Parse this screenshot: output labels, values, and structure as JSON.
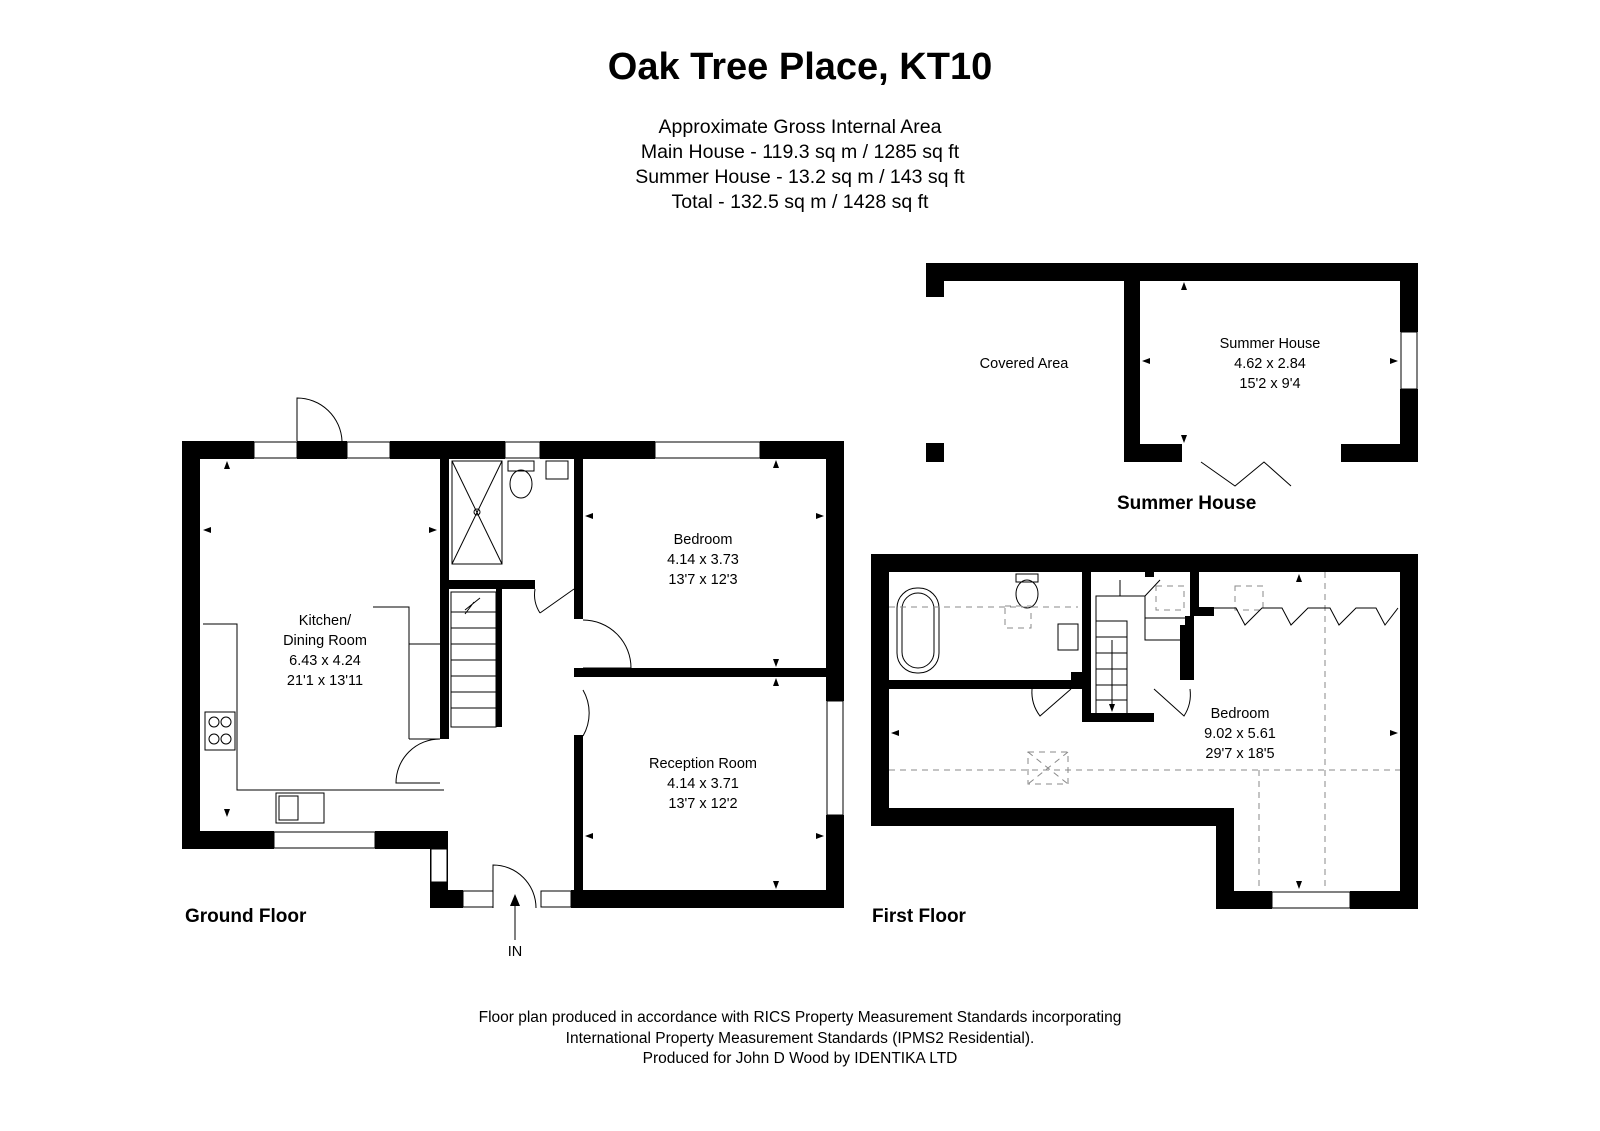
{
  "title": "Oak Tree Place, KT10",
  "area": {
    "heading": "Approximate Gross Internal Area",
    "main_house": "Main House - 119.3 sq m / 1285 sq ft",
    "summer_house": "Summer House - 13.2 sq m / 143 sq ft",
    "total": "Total - 132.5 sq m / 1428 sq ft"
  },
  "floors": {
    "ground": "Ground Floor",
    "first": "First Floor",
    "summer": "Summer House"
  },
  "rooms": {
    "kitchen": {
      "name_1": "Kitchen/",
      "name_2": "Dining Room",
      "metric": "6.43 x 4.24",
      "imperial": "21'1 x 13'11"
    },
    "bedroom_ground": {
      "name": "Bedroom",
      "metric": "4.14 x 3.73",
      "imperial": "13'7 x 12'3"
    },
    "reception": {
      "name": "Reception Room",
      "metric": "4.14 x 3.71",
      "imperial": "13'7 x 12'2"
    },
    "bedroom_first": {
      "name": "Bedroom",
      "metric": "9.02 x 5.61",
      "imperial": "29'7 x 18'5"
    },
    "summer_house": {
      "name": "Summer House",
      "metric": "4.62 x 2.84",
      "imperial": "15'2 x 9'4"
    },
    "covered_area": {
      "name": "Covered Area"
    }
  },
  "entrance": "IN",
  "footer": {
    "line1": "Floor plan produced in accordance with RICS Property Measurement Standards incorporating",
    "line2": "International Property Measurement Standards (IPMS2 Residential).",
    "line3": "Produced for John D Wood by IDENTIKA LTD"
  }
}
